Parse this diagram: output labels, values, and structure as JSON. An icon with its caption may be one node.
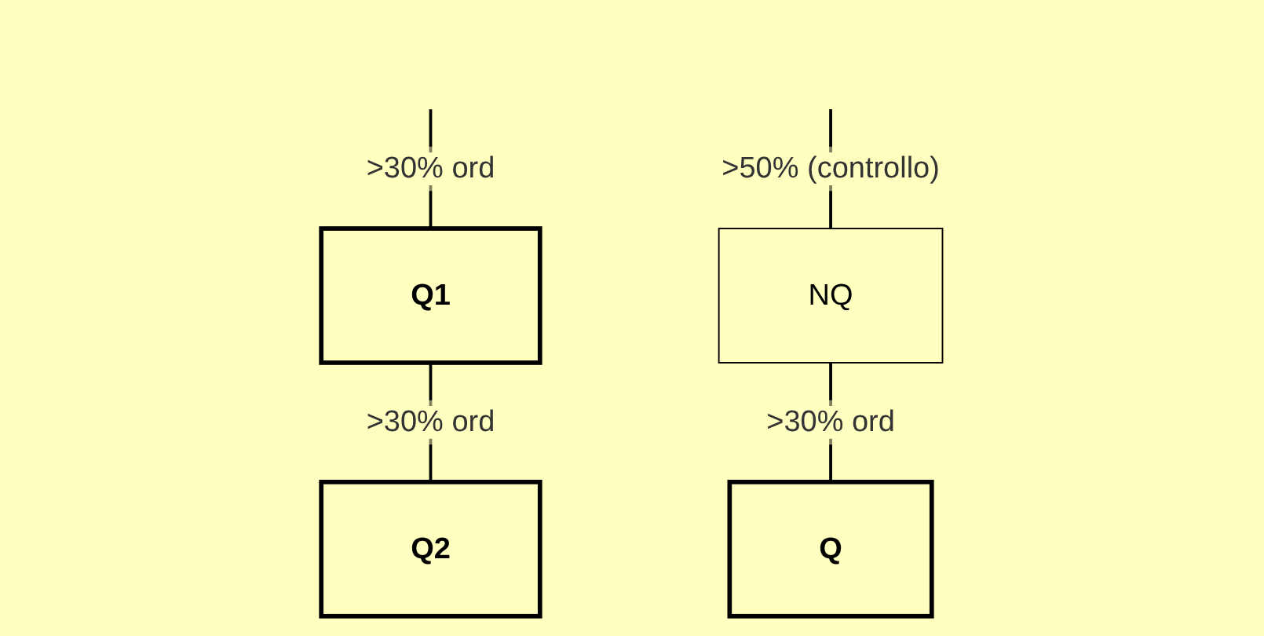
{
  "diagram": {
    "nodes": [
      {
        "text": [
          "Q1"
        ]
      },
      {
        "text": [
          "Q2"
        ]
      },
      {
        "text": [
          "NQ"
        ]
      },
      {
        "text": [
          "Q"
        ]
      }
    ],
    "edges": [
      {
        "from": null,
        "to": 0,
        "arrow": "none",
        "label": ">30% ord"
      },
      {
        "from": 0,
        "to": 1,
        "arrow": "none",
        "label": ">30% ord"
      },
      {
        "from": null,
        "to": 2,
        "arrow": "none",
        "label": ">50% (controllo)"
      },
      {
        "from": 2,
        "to": 3,
        "arrow": "none",
        "label": ">30% ord"
      }
    ]
  }
}
